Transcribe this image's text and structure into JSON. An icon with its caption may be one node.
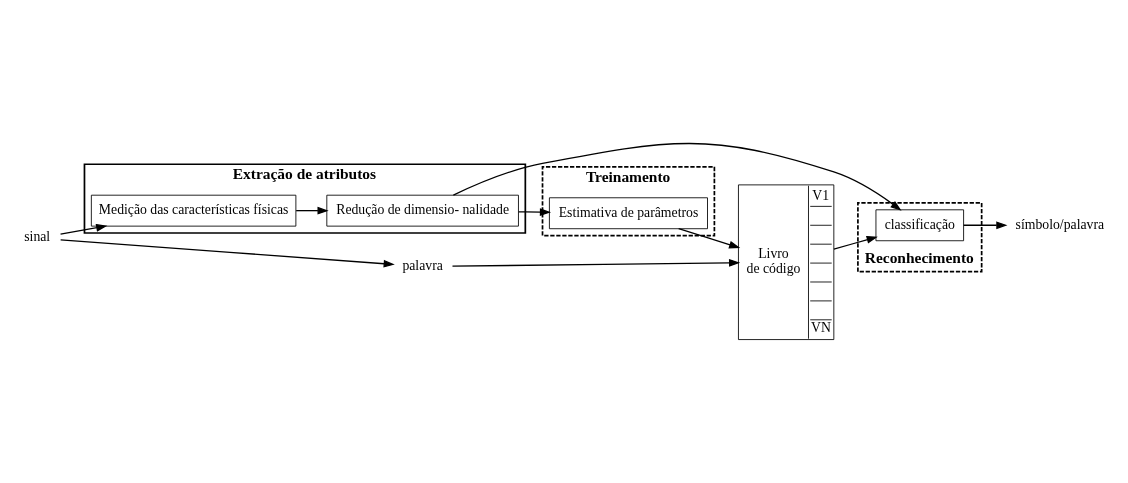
{
  "diagram": {
    "nodes": [
      {
        "text": [
          "Extração de atributos"
        ]
      },
      {
        "text": [
          "Medição das características físicas"
        ],
        "in": 0
      },
      {
        "text": [
          "Redução de dimensio- nalidade"
        ],
        "in": 0
      },
      {
        "text": [
          "Treinamento"
        ]
      },
      {
        "text": [
          "Estimativa de parâmetros"
        ],
        "in": 3
      },
      {
        "text": [
          "Reconhecimento"
        ]
      },
      {
        "text": [
          "Livro de código",
          "V1",
          "VN"
        ]
      },
      {
        "text": [
          "classificação"
        ],
        "in": 5
      },
      {
        "text": [
          "sinal"
        ]
      },
      {
        "text": [
          "palavra"
        ]
      },
      {
        "text": [
          "símbolo/palavra"
        ]
      }
    ],
    "edges": [
      {
        "from": 8,
        "to": 1,
        "arrow": "to"
      },
      {
        "from": 8,
        "to": 9,
        "arrow": "to"
      },
      {
        "from": 9,
        "to": 6,
        "arrow": "to"
      },
      {
        "from": 1,
        "to": 2,
        "arrow": "to"
      },
      {
        "from": 2,
        "to": 4,
        "arrow": "to"
      },
      {
        "from": 2,
        "to": 7,
        "arrow": "to"
      },
      {
        "from": 4,
        "to": 6,
        "arrow": "to"
      },
      {
        "from": 6,
        "to": 7,
        "arrow": "to"
      },
      {
        "from": 7,
        "to": 10,
        "arrow": "to"
      }
    ]
  }
}
